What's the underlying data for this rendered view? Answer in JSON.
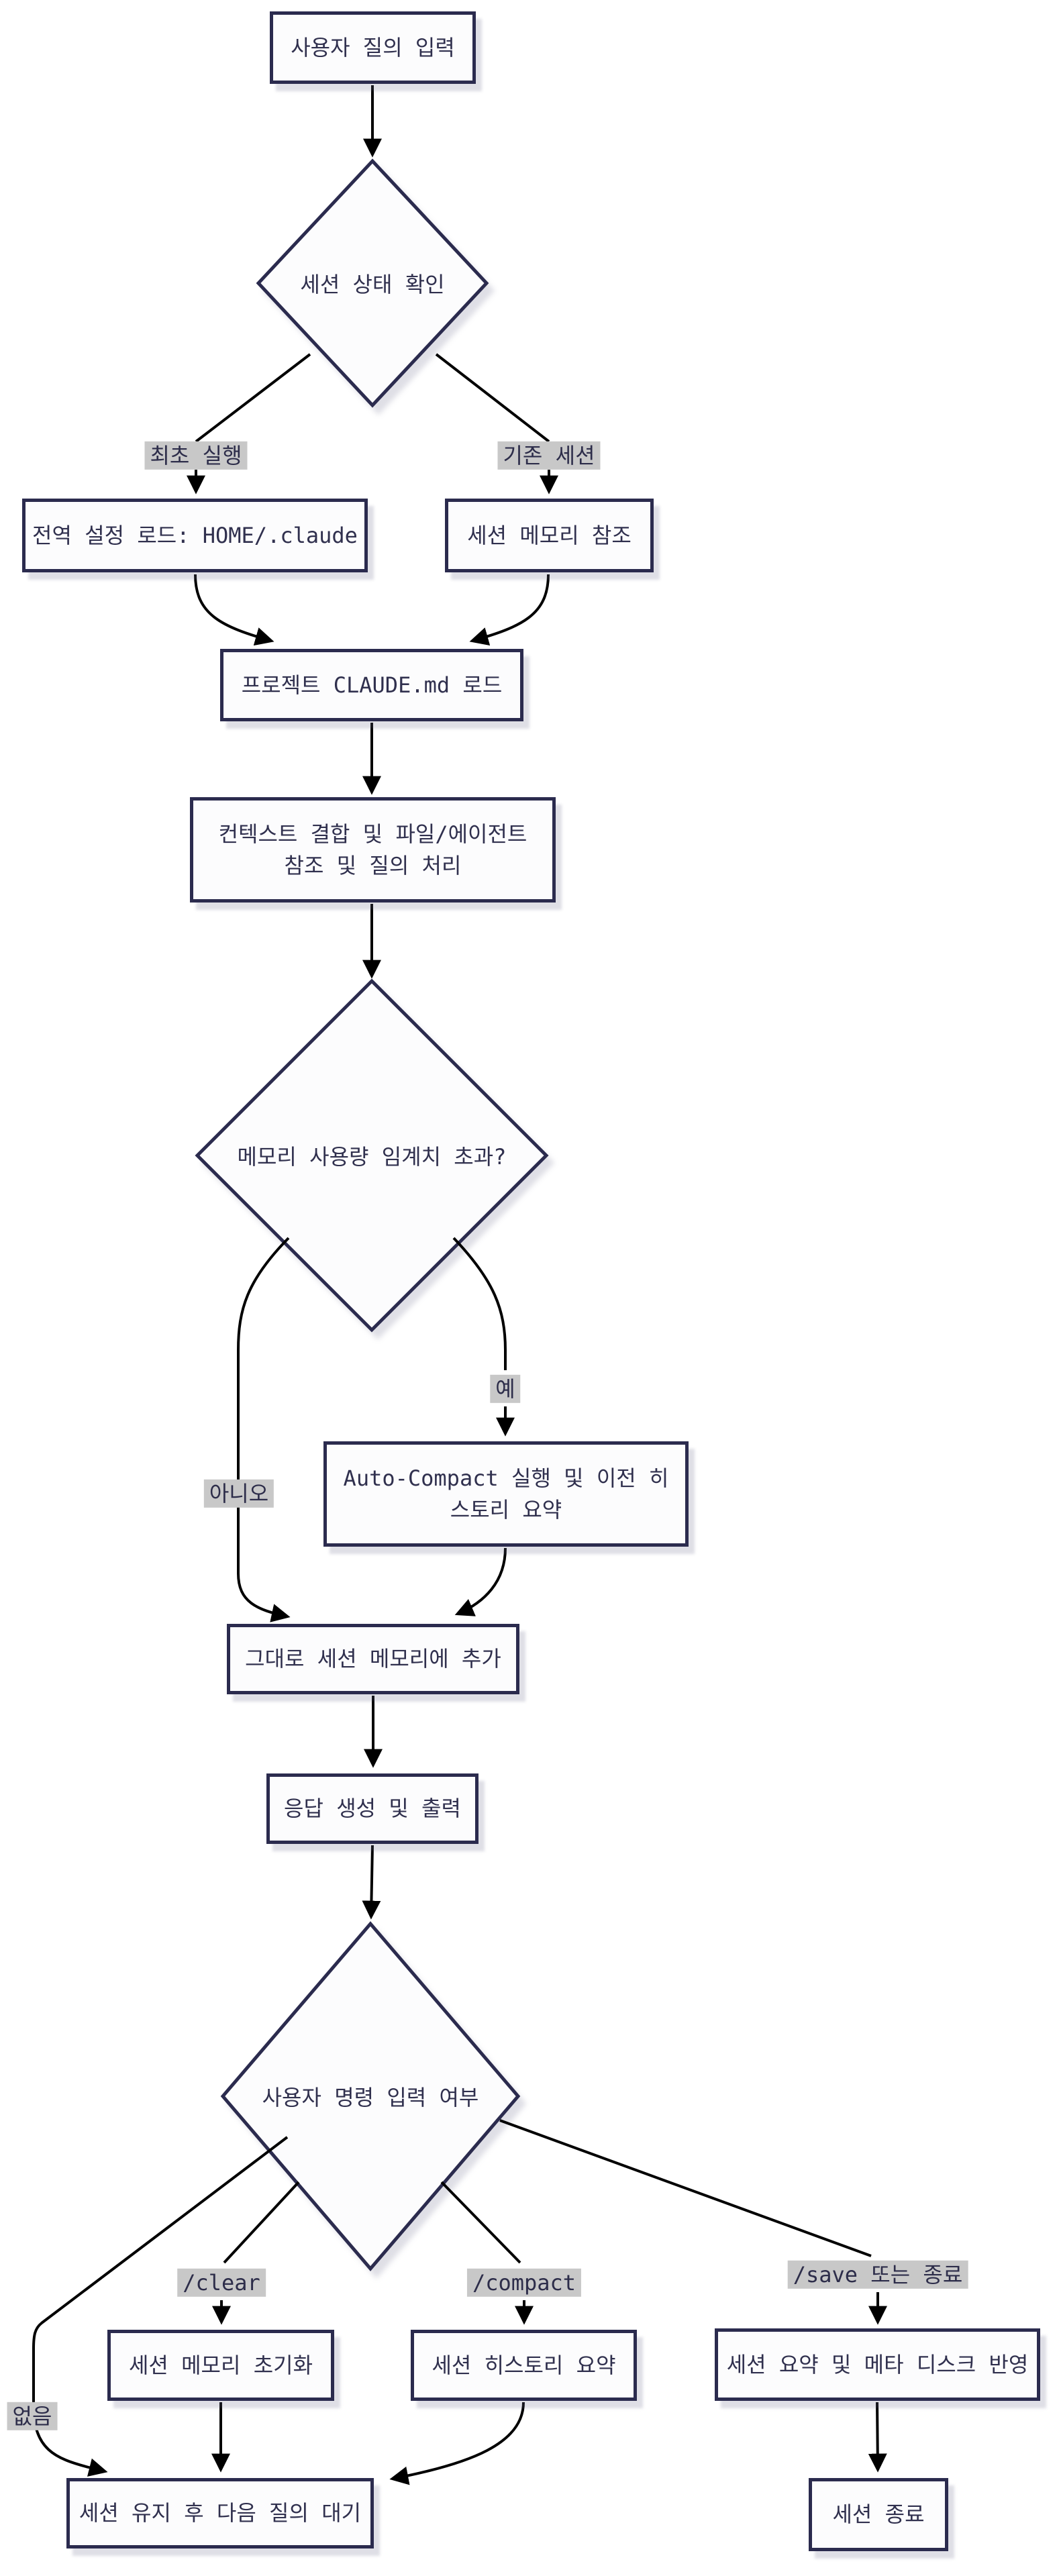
{
  "diagram": {
    "type": "flowchart",
    "direction": "top-down",
    "colors": {
      "node_border": "#2b2b4e",
      "node_fill": "#fcfcfd",
      "text": "#30304e",
      "edge_line": "#000000",
      "edge_label_bg": "#c8c8c8",
      "background": "#ffffff"
    },
    "nodes": {
      "user_query": {
        "shape": "rect",
        "label": "사용자 질의 입력"
      },
      "check_session": {
        "shape": "diamond",
        "label": "세션 상태 확인"
      },
      "load_global": {
        "shape": "rect",
        "label": "전역 설정 로드: HOME/.claude"
      },
      "session_memory_ref": {
        "shape": "rect",
        "label": "세션 메모리 참조"
      },
      "load_claude_md": {
        "shape": "rect",
        "label": "프로젝트 CLAUDE.md 로드"
      },
      "combine_context": {
        "shape": "rect",
        "label": "컨텍스트 결합 및 파일/에이전트\n참조 및 질의 처리"
      },
      "memory_threshold": {
        "shape": "diamond",
        "label": "메모리 사용량 임계치 초과?"
      },
      "auto_compact": {
        "shape": "rect",
        "label": "Auto-Compact 실행 및 이전 히\n스토리 요약"
      },
      "add_to_memory": {
        "shape": "rect",
        "label": "그대로 세션 메모리에 추가"
      },
      "generate_response": {
        "shape": "rect",
        "label": "응답 생성 및 출력"
      },
      "user_command": {
        "shape": "diamond",
        "label": "사용자 명령 입력 여부"
      },
      "clear_memory": {
        "shape": "rect",
        "label": "세션 메모리 초기화"
      },
      "summarize_history": {
        "shape": "rect",
        "label": "세션 히스토리 요약"
      },
      "save_meta": {
        "shape": "rect",
        "label": "세션 요약 및 메타 디스크 반영"
      },
      "keep_session": {
        "shape": "rect",
        "label": "세션 유지 후 다음 질의 대기"
      },
      "end_session": {
        "shape": "rect",
        "label": "세션 종료"
      }
    },
    "edge_labels": {
      "first_run": "최초 실행",
      "existing_session": "기존 세션",
      "yes": "예",
      "no": "아니오",
      "clear": "/clear",
      "compact": "/compact",
      "save_or_exit": "/save 또는 종료",
      "none": "없음"
    },
    "edges": [
      {
        "from": "user_query",
        "to": "check_session",
        "label": ""
      },
      {
        "from": "check_session",
        "to": "load_global",
        "label": "최초 실행"
      },
      {
        "from": "check_session",
        "to": "session_memory_ref",
        "label": "기존 세션"
      },
      {
        "from": "load_global",
        "to": "load_claude_md",
        "label": ""
      },
      {
        "from": "session_memory_ref",
        "to": "load_claude_md",
        "label": ""
      },
      {
        "from": "load_claude_md",
        "to": "combine_context",
        "label": ""
      },
      {
        "from": "combine_context",
        "to": "memory_threshold",
        "label": ""
      },
      {
        "from": "memory_threshold",
        "to": "auto_compact",
        "label": "예"
      },
      {
        "from": "memory_threshold",
        "to": "add_to_memory",
        "label": "아니오"
      },
      {
        "from": "auto_compact",
        "to": "add_to_memory",
        "label": ""
      },
      {
        "from": "add_to_memory",
        "to": "generate_response",
        "label": ""
      },
      {
        "from": "generate_response",
        "to": "user_command",
        "label": ""
      },
      {
        "from": "user_command",
        "to": "clear_memory",
        "label": "/clear"
      },
      {
        "from": "user_command",
        "to": "summarize_history",
        "label": "/compact"
      },
      {
        "from": "user_command",
        "to": "save_meta",
        "label": "/save 또는 종료"
      },
      {
        "from": "user_command",
        "to": "keep_session",
        "label": "없음"
      },
      {
        "from": "clear_memory",
        "to": "keep_session",
        "label": ""
      },
      {
        "from": "summarize_history",
        "to": "keep_session",
        "label": ""
      },
      {
        "from": "save_meta",
        "to": "end_session",
        "label": ""
      }
    ]
  }
}
